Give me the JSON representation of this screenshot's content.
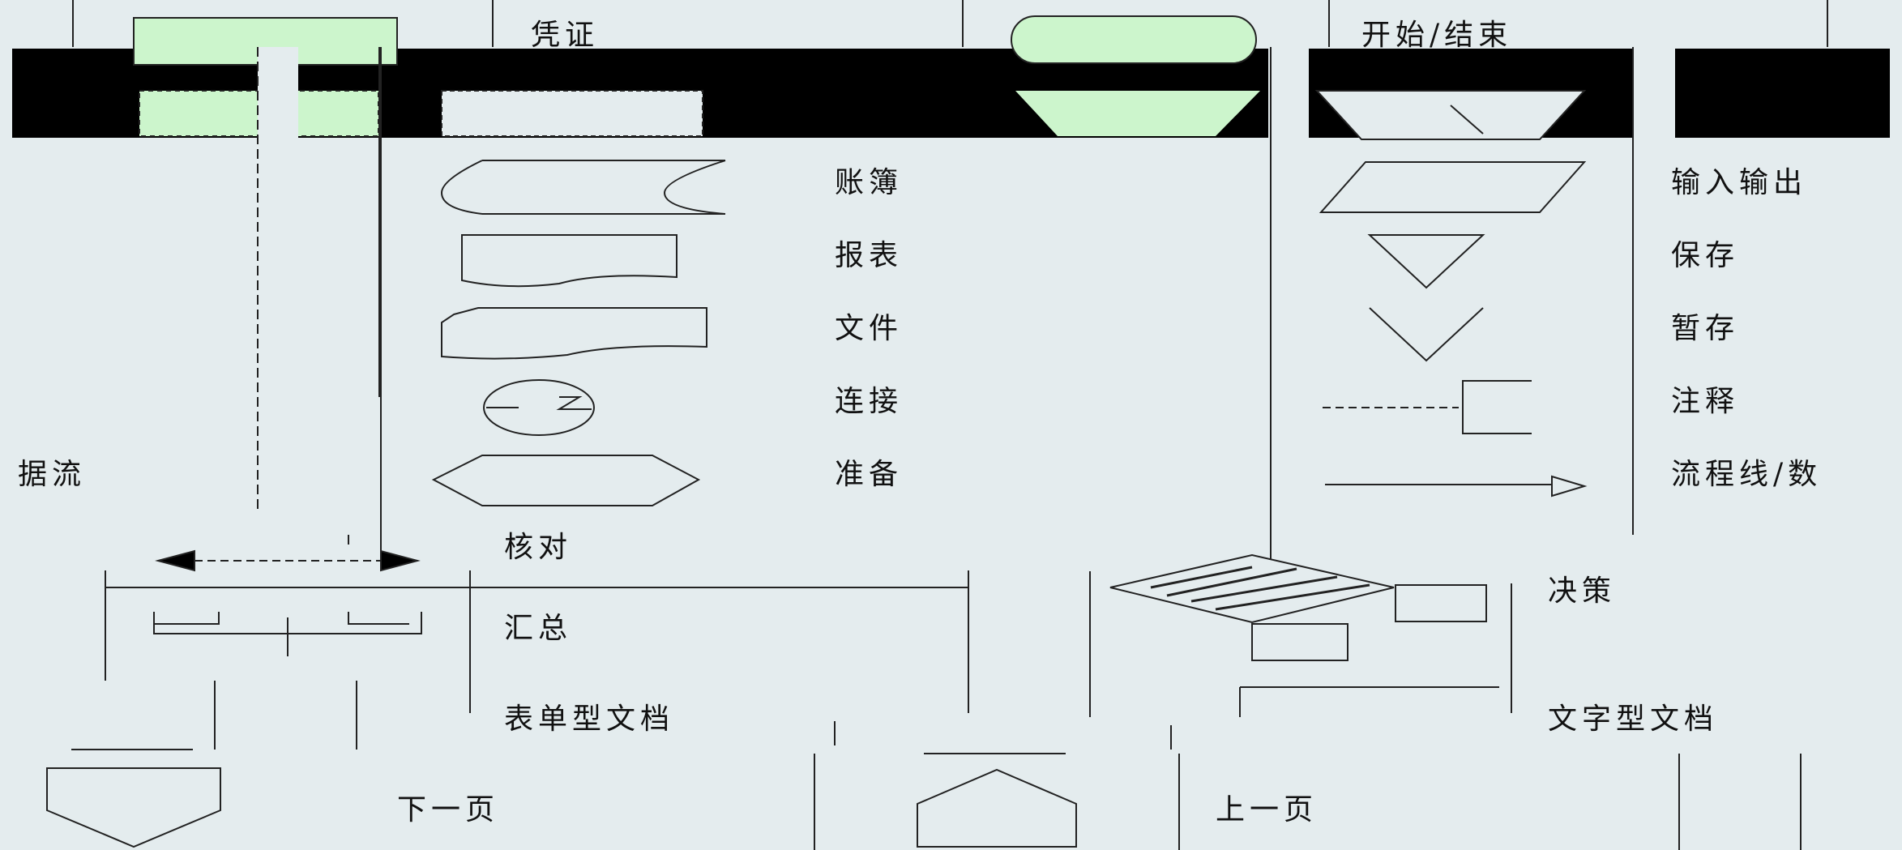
{
  "legend": {
    "labels": {
      "voucher": "凭证",
      "start_end": "开始/结束",
      "ledger": "账簿",
      "io": "输入输出",
      "report": "报表",
      "save": "保存",
      "file": "文件",
      "temp_store": "暂存",
      "connector": "连接",
      "comment": "注释",
      "data_flow_left": "据流",
      "prepare": "准备",
      "flowline": "流程线/数",
      "check": "核对",
      "summary": "汇总",
      "decision": "决策",
      "form_doc": "表单型文档",
      "text_doc": "文字型文档",
      "next_page": "下一页",
      "prev_page": "上一页"
    },
    "colors": {
      "fill_green": "#ccf5cc",
      "background": "#e4ecee",
      "stroke": "#222222",
      "band": "#000000"
    }
  }
}
